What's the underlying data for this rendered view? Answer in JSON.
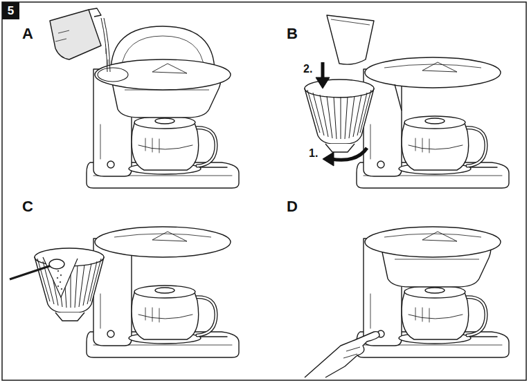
{
  "diagram": {
    "nodes": [
      {
        "text": [
          "5"
        ]
      }
    ],
    "labels": [
      "A",
      "B",
      "C",
      "D",
      "2.",
      "1."
    ]
  }
}
